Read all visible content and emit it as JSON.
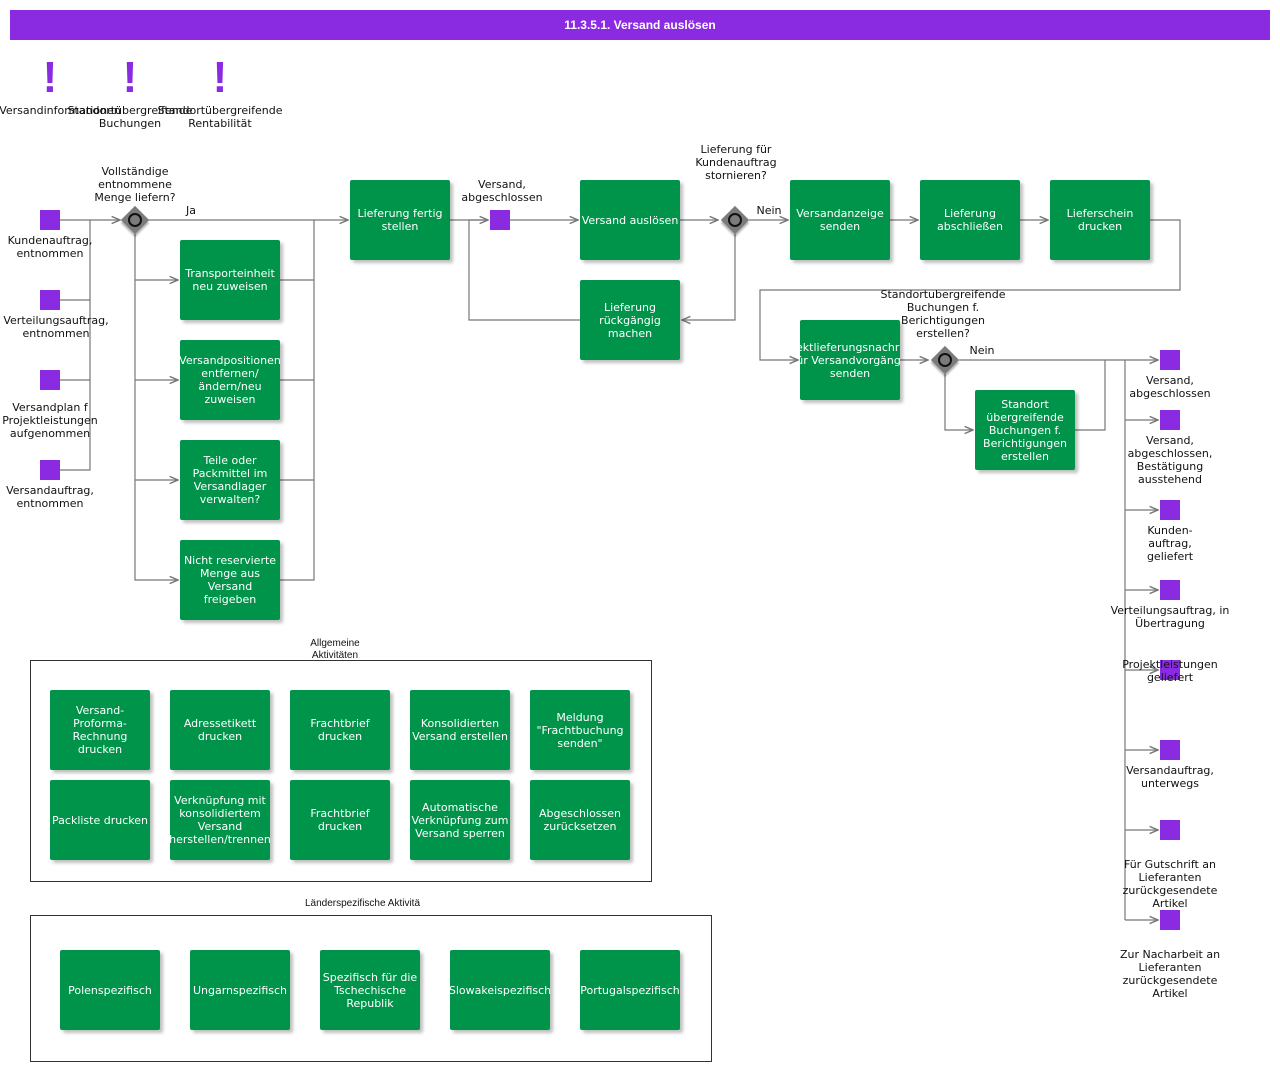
{
  "title": "11.3.5.1. Versand auslösen",
  "colors": {
    "header": "#8a2be2",
    "activity": "#00944a",
    "event": "#8a2be2",
    "gateway": "#7b7b7b",
    "flow": "#777777"
  },
  "icons": {
    "note": "exclamation-icon",
    "gateway": "gateway-diamond-icon"
  },
  "notes": [
    {
      "label": "Versandinformationen"
    },
    {
      "label": "Standortübergreifende Buchungen"
    },
    {
      "label": "Standortübergreifende Rentabilität"
    }
  ],
  "start_events": [
    {
      "label": "Kundenauftrag, entnommen"
    },
    {
      "label": "Verteilungsauftrag, entnommen"
    },
    {
      "label": "Versandplan f Projektleistungen aufgenommen"
    },
    {
      "label": "Versandauftrag, entnommen"
    }
  ],
  "gateways": {
    "full_qty": {
      "question": "Vollständige entnommene Menge liefern?",
      "yes": "Ja"
    },
    "storno": {
      "question": "Lieferung für Kundenauftrag stornieren?",
      "no": "Nein"
    },
    "crosssite": {
      "question": "Standortubergreifende Buchungen f. Berichtigungen erstellen?",
      "no": "Nein"
    }
  },
  "activities": {
    "transporteinheit": "Transporteinheit neu zuweisen",
    "versandpositionen": "Versandpositionen entfernen/ändern/neu zuweisen",
    "teile": "Teile oder Packmittel im Versandlager verwalten?",
    "nicht_reserviert": "Nicht reservierte Menge aus Versand freigeben",
    "lieferung_fertig": "Lieferung fertig stellen",
    "versand_ausloesen": "Versand auslösen",
    "rueckgaengig": "Lieferung rückgängig machen",
    "versandanzeige": "Versandanzeige senden",
    "lieferung_abschliessen": "Lieferung abschließen",
    "lieferschein": "Lieferschein drucken",
    "direktlieferung": "Direktlieferungsnachricht für Versandvorgänge senden",
    "standort_buchungen": "Standort übergreifende Buchungen f. Berichtigungen erstellen"
  },
  "mid_event": {
    "label": "Versand, abgeschlossen"
  },
  "end_events": [
    {
      "label": "Versand, abgeschlossen"
    },
    {
      "label": "Versand, abgeschlossen, Bestätigung ausstehend"
    },
    {
      "label": "Kunden-auftrag, geliefert"
    },
    {
      "label": "Verteilungsauftrag, in Übertragung"
    },
    {
      "label": "Projektleistungen geliefert"
    },
    {
      "label": "Versandauftrag, unterwegs"
    },
    {
      "label": "Für Gutschrift an Lieferanten zurückgesendete Artikel"
    },
    {
      "label": "Zur Nacharbeit an Lieferanten zurückgesendete Artikel"
    }
  ],
  "general": {
    "title": "Allgemeine Aktivitäten",
    "items": [
      "Versand-Proforma-Rechnung drucken",
      "Adressetikett drucken",
      "Frachtbrief drucken",
      "Konsolidierten Versand erstellen",
      "Meldung \"Frachtbuchung senden\"",
      "Packliste drucken",
      "Verknüpfung mit konsolidiertem Versand herstellen/trennen",
      "Frachtbrief drucken",
      "Automatische Verknüpfung zum Versand sperren",
      "Abgeschlossen zurücksetzen"
    ]
  },
  "country": {
    "title": "Länderspezifische Aktivitä",
    "items": [
      "Polenspezifisch",
      "Ungarnspezifisch",
      "Spezifisch für die Tschechische Republik",
      "Slowakeispezifisch",
      "Portugalspezifisch"
    ]
  }
}
